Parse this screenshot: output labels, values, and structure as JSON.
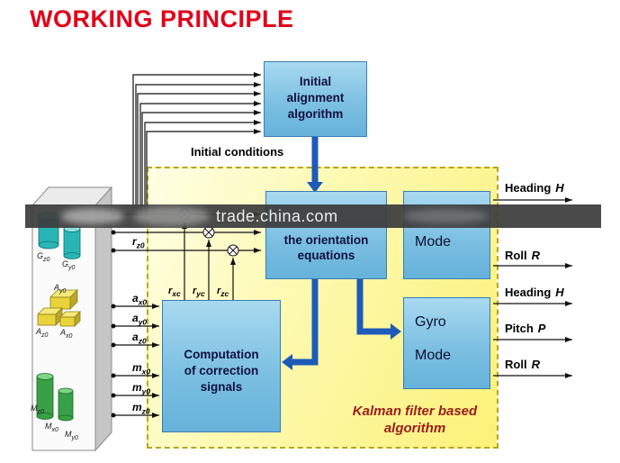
{
  "title": "WORKING PRINCIPLE",
  "watermark": {
    "text": "trade.china.com"
  },
  "annotations": {
    "initial_conditions": "Initial conditions",
    "kalman": {
      "lines": [
        "Kalman filter based",
        "algorithm"
      ]
    }
  },
  "boxes": {
    "initial_alignment": {
      "lines": [
        "Initial",
        "alignment",
        "algorithm"
      ]
    },
    "orientation_equations": {
      "lines": [
        "the orientation",
        "equations"
      ]
    },
    "mode": {
      "label": "Mode"
    },
    "gyro_mode": {
      "lines": [
        "Gyro",
        "Mode"
      ]
    },
    "correction": {
      "lines": [
        "Computation",
        "of correction",
        "signals"
      ]
    }
  },
  "signals": {
    "r_z0": {
      "base": "r",
      "sub": "z0"
    },
    "a_x0": {
      "base": "a",
      "sub": "x0"
    },
    "a_y0": {
      "base": "a",
      "sub": "y0"
    },
    "a_z0": {
      "base": "a",
      "sub": "z0"
    },
    "m_x0": {
      "base": "m",
      "sub": "x0"
    },
    "m_y0": {
      "base": "m",
      "sub": "y0"
    },
    "m_z0": {
      "base": "m",
      "sub": "z0"
    },
    "r_xc": {
      "base": "r",
      "sub": "xc"
    },
    "r_yc": {
      "base": "r",
      "sub": "yc"
    },
    "r_zc": {
      "base": "r",
      "sub": "zc"
    }
  },
  "sensors": {
    "g_z0": {
      "base": "G",
      "sub": "z0"
    },
    "g_y0": {
      "base": "G",
      "sub": "y0"
    },
    "a_y0": {
      "base": "A",
      "sub": "y0"
    },
    "a_z0": {
      "base": "A",
      "sub": "z0"
    },
    "a_x0": {
      "base": "A",
      "sub": "x0"
    },
    "m_z0": {
      "base": "M",
      "sub": "z0"
    },
    "m_x0": {
      "base": "M",
      "sub": "x0"
    },
    "m_y0": {
      "base": "M",
      "sub": "y0"
    }
  },
  "outputs": [
    {
      "name": "Heading",
      "var": "H"
    },
    {
      "name": "Roll",
      "var": "R"
    },
    {
      "name": "Heading",
      "var": "H"
    },
    {
      "name": "Pitch",
      "var": "P"
    },
    {
      "name": "Roll",
      "var": "R"
    }
  ],
  "colors": {
    "title_red": "#e0041a",
    "box_blue": "#7cc0e2",
    "box_border": "#3b7cb4",
    "area_yellow": "#fcf178",
    "arrow_blue": "#1e5bb8",
    "kalman_red": "#9b1c1c"
  }
}
